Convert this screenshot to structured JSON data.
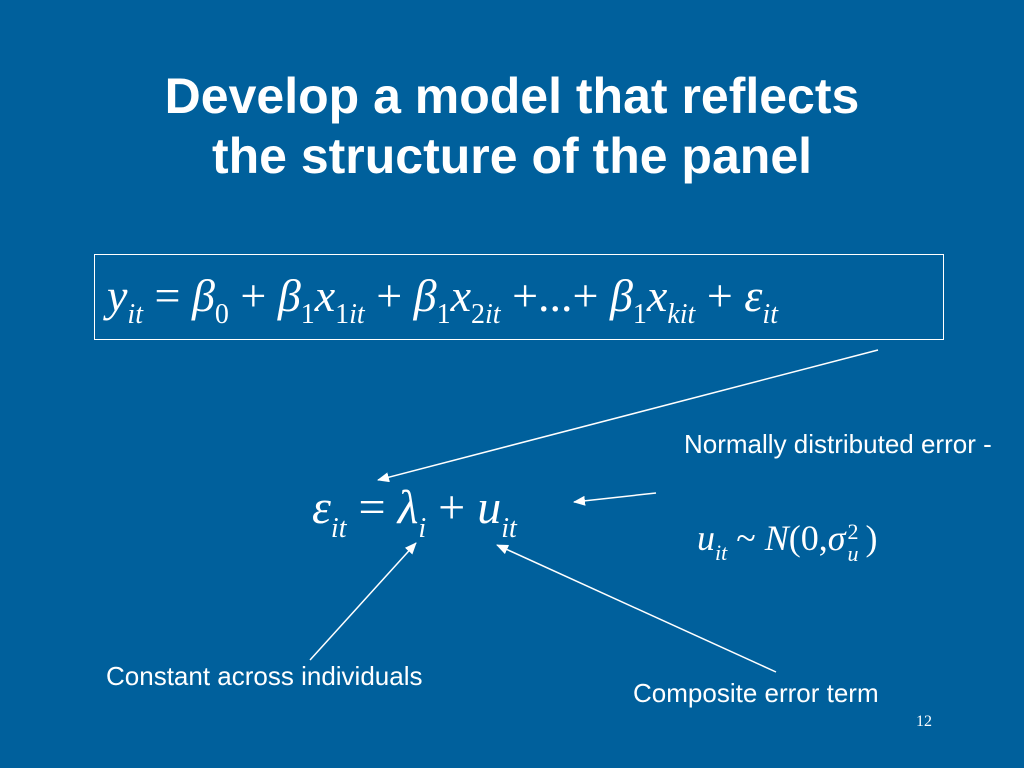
{
  "slide": {
    "title_line1": "Develop a model that reflects",
    "title_line2": "the structure of the panel",
    "number": "12"
  },
  "equations": {
    "main": {
      "y": "y",
      "it": "it",
      "eq": "=",
      "beta": "β",
      "zero": "0",
      "one": "1",
      "two": "2",
      "plus": "+",
      "x": "x",
      "dots": "...",
      "k": "k",
      "epsilon": "ε"
    },
    "composite": {
      "epsilon": "ε",
      "it": "it",
      "eq": "=",
      "lambda": "λ",
      "i": "i",
      "plus": "+",
      "u": "u"
    },
    "distribution": {
      "u": "u",
      "it": "it",
      "tilde": "~",
      "N": "N",
      "open": "(0,",
      "sigma": "σ",
      "sup": "2",
      "sub": "u",
      "close": ")"
    }
  },
  "annotations": {
    "normal_error": "Normally distributed error -",
    "constant": "Constant across individuals",
    "composite": "Composite error term"
  },
  "colors": {
    "background": "#00609C",
    "foreground": "#FFFFFF"
  }
}
